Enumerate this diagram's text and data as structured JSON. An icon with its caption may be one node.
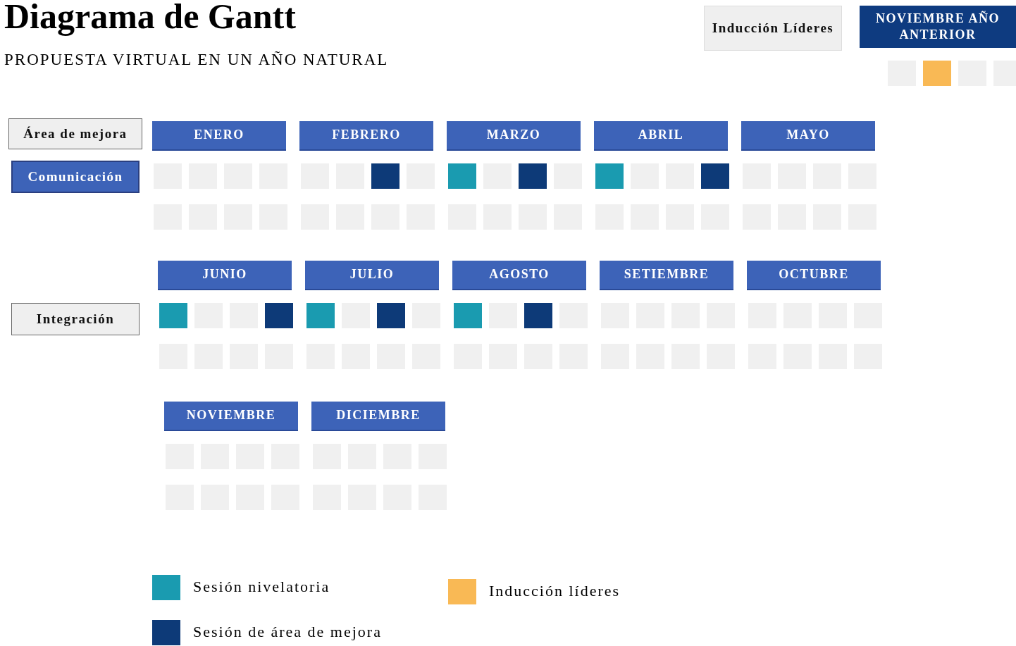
{
  "diagram": {
    "title": "Diagrama de Gantt",
    "nodes": [
      {
        "text": [
          "Inducción Líderes"
        ]
      },
      {
        "text": [
          "NOVIEMBRE AÑO ANTERIOR"
        ]
      },
      {
        "text": [
          "Área de mejora"
        ]
      },
      {
        "text": [
          "ENERO"
        ]
      },
      {
        "text": [
          "FEBRERO"
        ]
      },
      {
        "text": [
          "MARZO"
        ]
      },
      {
        "text": [
          "ABRIL"
        ]
      },
      {
        "text": [
          "MAYO"
        ]
      },
      {
        "text": [
          "Comunicación"
        ]
      },
      {
        "text": [
          "JUNIO"
        ]
      },
      {
        "text": [
          "JULIO"
        ]
      },
      {
        "text": [
          "AGOSTO"
        ]
      },
      {
        "text": [
          "SETIEMBRE"
        ]
      },
      {
        "text": [
          "OCTUBRE"
        ]
      },
      {
        "text": [
          "Integración"
        ]
      },
      {
        "text": [
          "NOVIEMBRE"
        ]
      },
      {
        "text": [
          "DICIEMBRE"
        ]
      }
    ],
    "labels": [
      "PROPUESTA VIRTUAL EN UN AÑO NATURAL"
    ],
    "legend": [
      {
        "text": "Sesión nivelatoria",
        "color": "#1a9bb0"
      },
      {
        "text": "Sesión de área de mejora",
        "color": "#0d3a78"
      },
      {
        "text": "Inducción líderes",
        "color": "#f9b955"
      }
    ]
  }
}
